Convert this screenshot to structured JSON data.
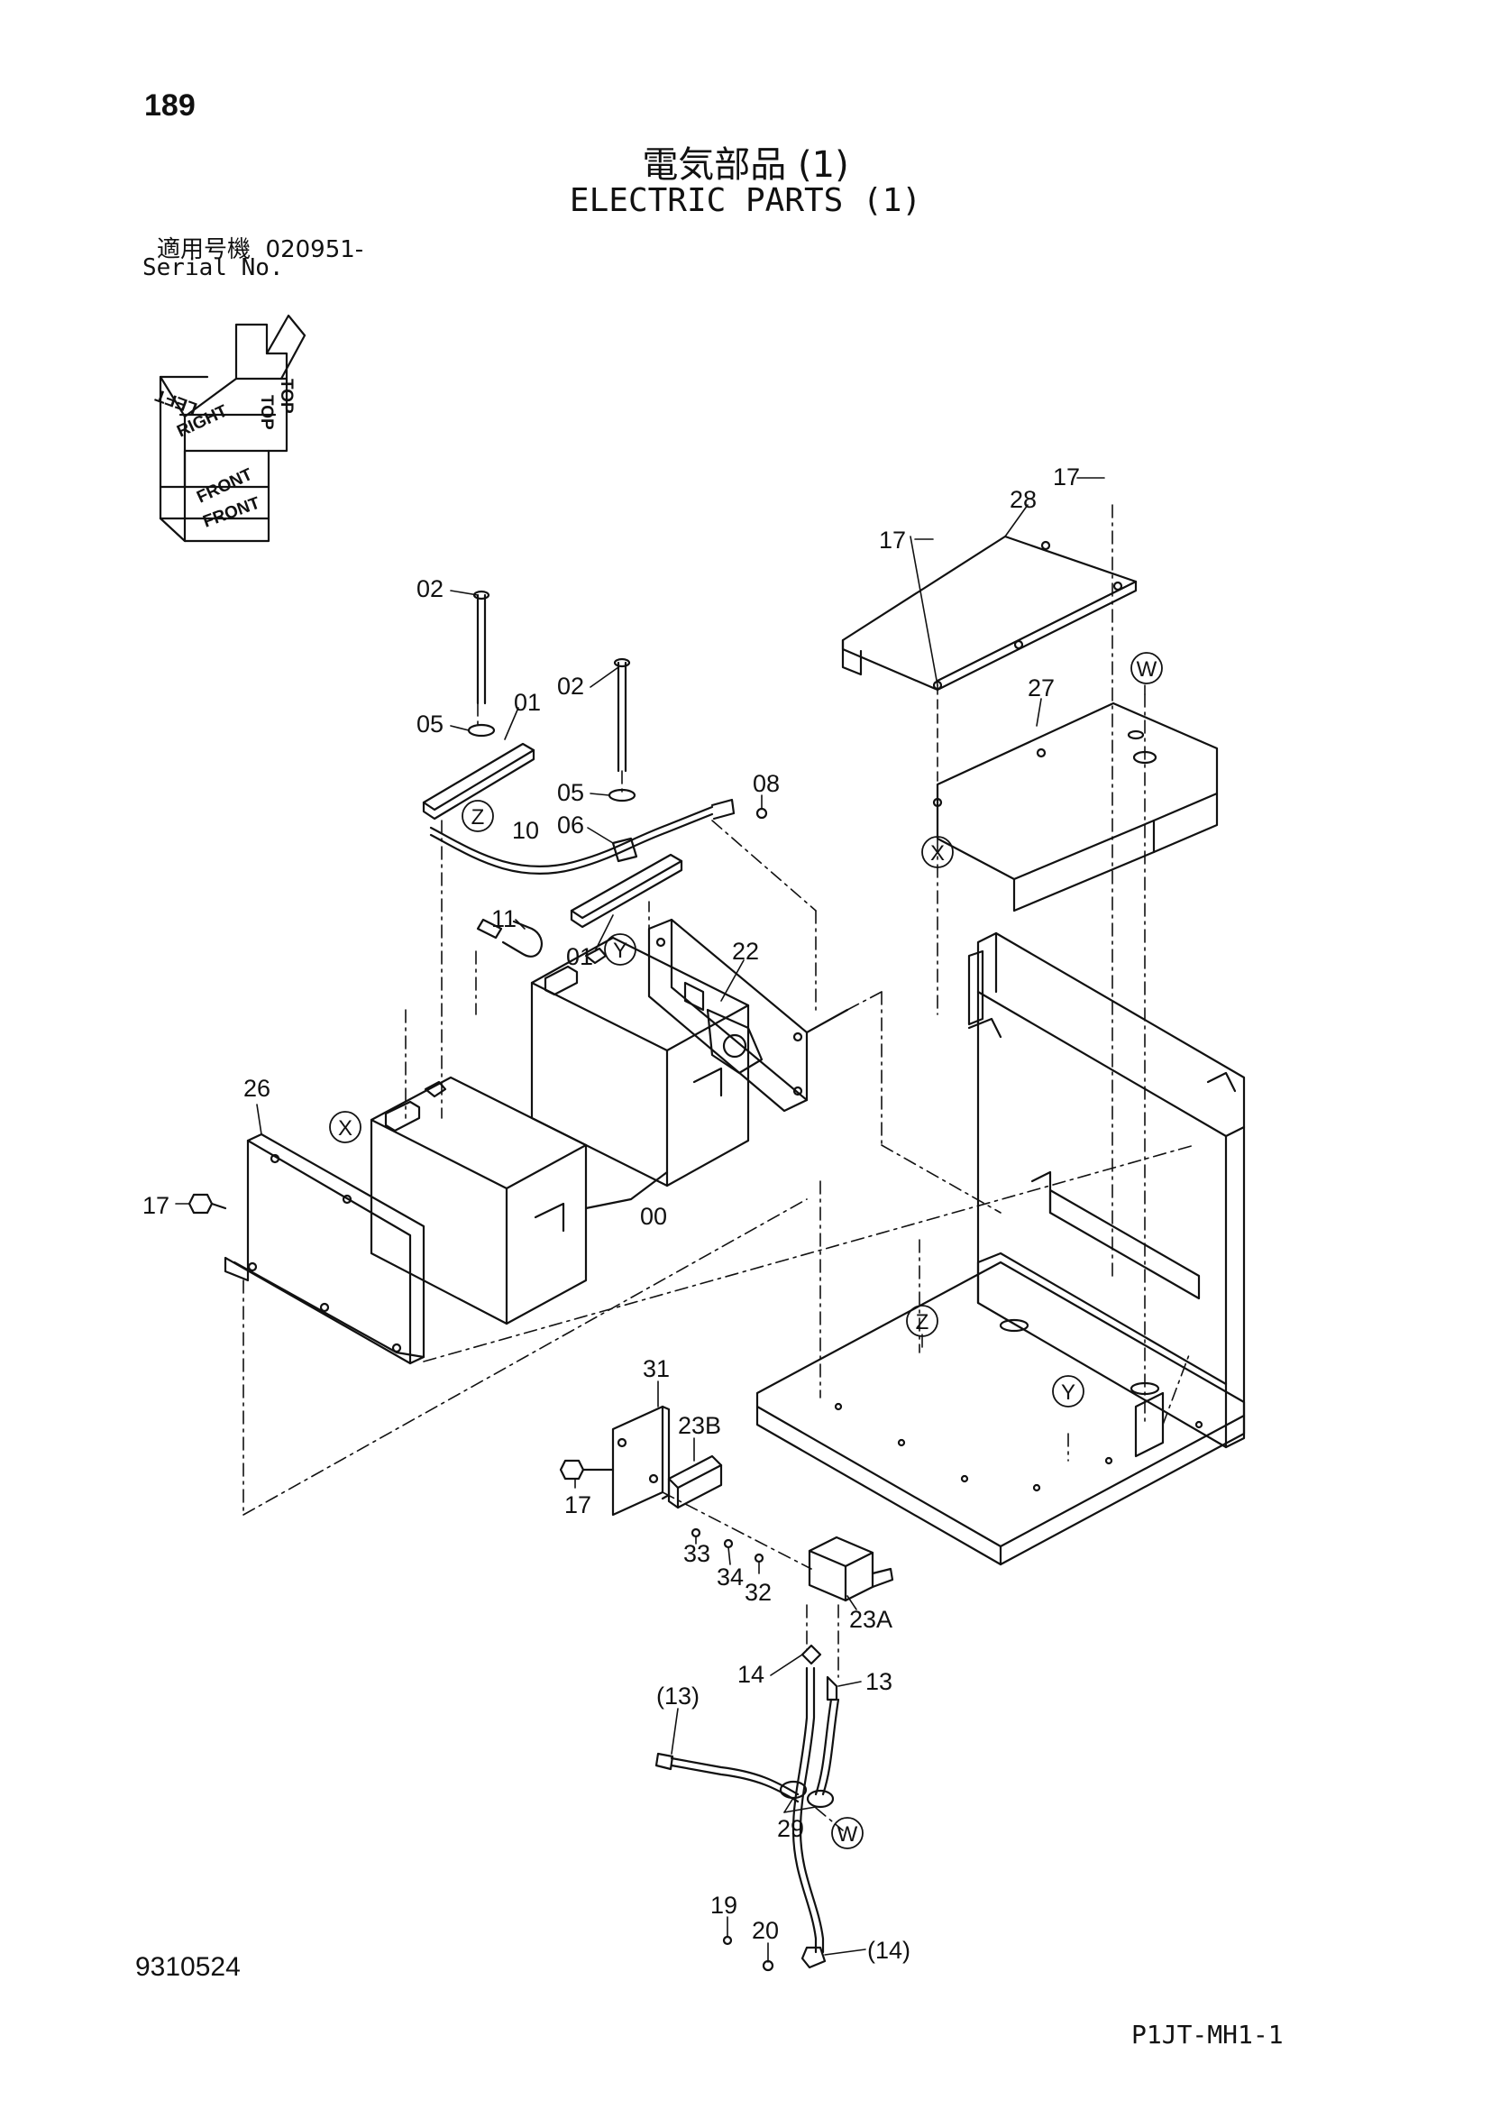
{
  "page_number": "189",
  "title_jp": "電気部品 (1)",
  "title_en": "ELECTRIC PARTS (1)",
  "serial_label_jp": "適用号機  020951-",
  "serial_label_en": "Serial No.",
  "orientation": [
    "TOP",
    "LEFT",
    "RIGHT",
    "FRONT"
  ],
  "part_labels": [
    "02",
    "02",
    "05",
    "05",
    "01",
    "01",
    "10",
    "06",
    "08",
    "11",
    "22",
    "26",
    "17",
    "17",
    "17",
    "17",
    "00",
    "28",
    "27",
    "31",
    "23B",
    "33",
    "34",
    "32",
    "23A",
    "14",
    "13",
    "(13)",
    "29",
    "19",
    "20",
    "(14)"
  ],
  "ref_markers": [
    "Z",
    "Z",
    "Y",
    "Y",
    "X",
    "X",
    "W",
    "W"
  ],
  "document_number": "9310524",
  "figure_code": "P1JT-MH1-1"
}
